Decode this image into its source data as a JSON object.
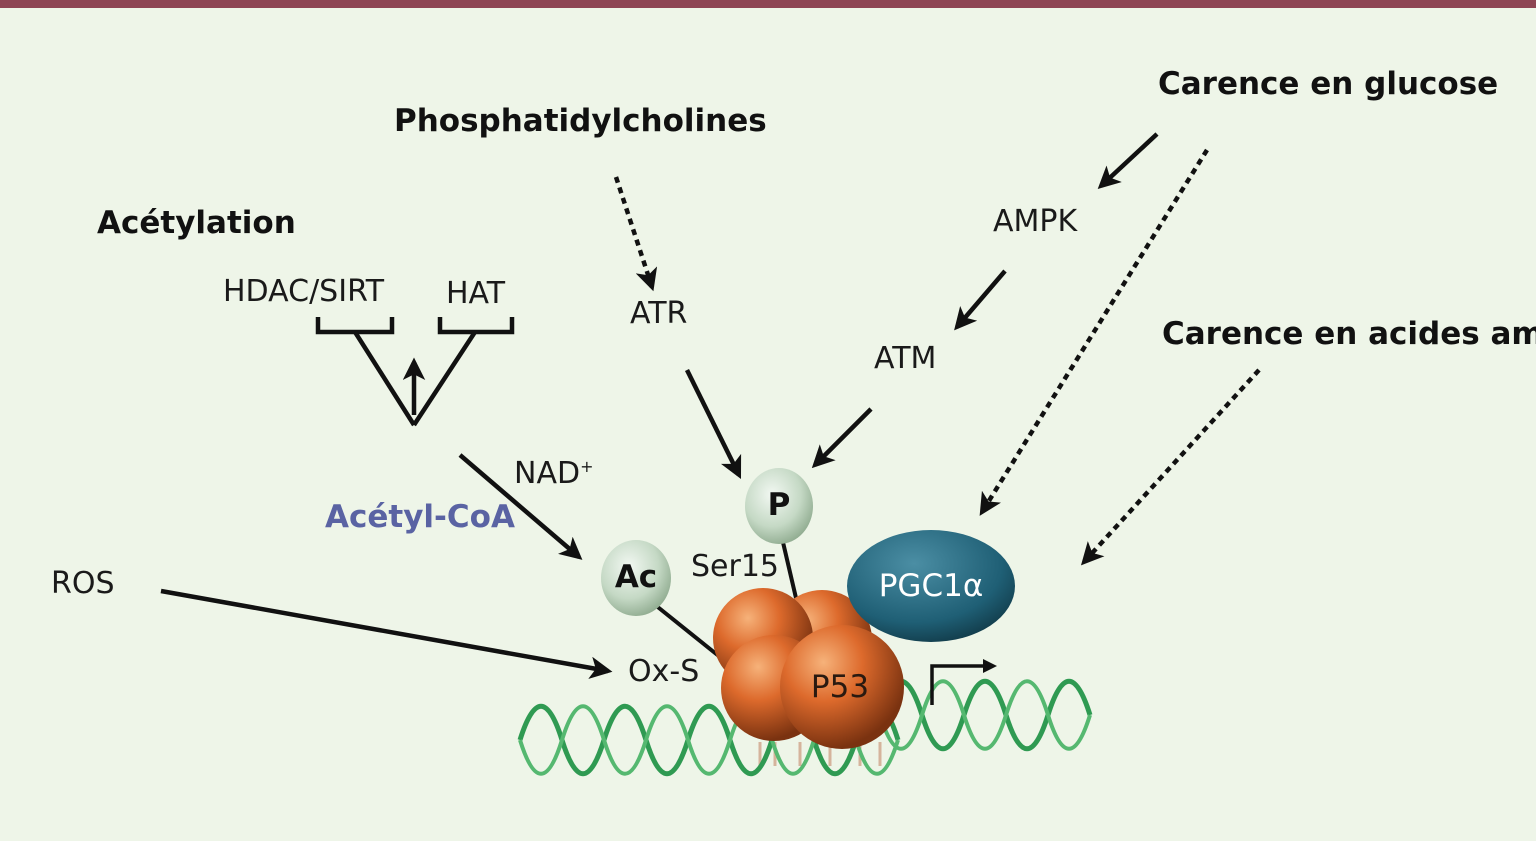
{
  "labels": {
    "carence_glucose": "Carence en glucose",
    "phosphatidylcholines": "Phosphatidylcholines",
    "acetylation": "Acétylation",
    "hdac_sirt": "HDAC/SIRT",
    "hat": "HAT",
    "atr": "ATR",
    "ampk": "AMPK",
    "atm": "ATM",
    "carence_acides": "Carence en acides aminés",
    "nad": "NAD",
    "nad_sup": "+",
    "acetyl_coa": "Acétyl-CoA",
    "ros": "ROS",
    "p": "P",
    "ac": "Ac",
    "ser15": "Ser15",
    "pgc1a": "PGC1α",
    "oxs": "Ox-S",
    "p53": "P53"
  },
  "colors": {
    "background": "#eef5e8",
    "top_bar": "#8e4554",
    "p53": "#d9662a",
    "pgc1a": "#1f5f75",
    "modification_ball": "#c9dcc9",
    "dna": "#3aa35a",
    "acetyl_coa_text": "#5a63a3"
  }
}
